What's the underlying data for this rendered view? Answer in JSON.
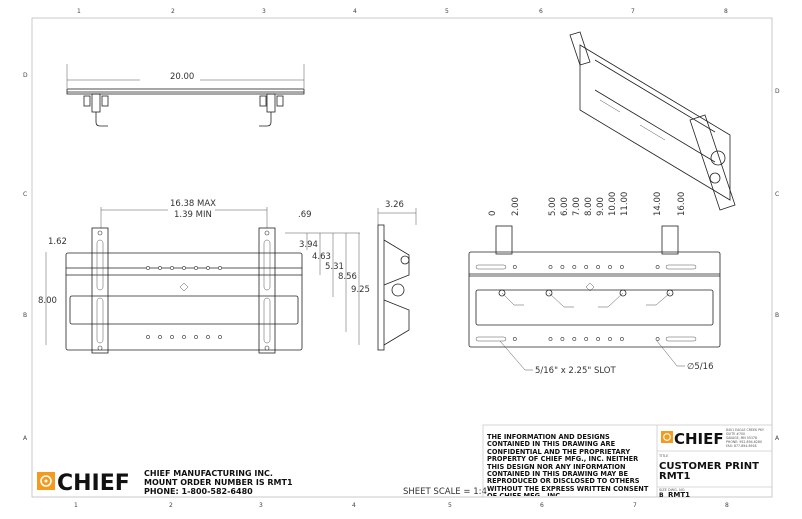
{
  "sheet": {
    "columns": [
      "1",
      "2",
      "3",
      "4",
      "5",
      "6",
      "7",
      "8"
    ],
    "rows": [
      "D",
      "C",
      "B",
      "A"
    ],
    "scale_label": "SHEET SCALE = 1:4"
  },
  "top_view": {
    "width_dim": "20.00"
  },
  "front_view": {
    "width_max": "16.38 MAX",
    "width_min": "1.39 MIN",
    "dims": {
      "d069": ".69",
      "d162": "1.62",
      "d394": "3.94",
      "d463": "4.63",
      "d531": "5.31",
      "d856": "8.56",
      "d925": "9.25",
      "d800": "8.00"
    }
  },
  "side_view": {
    "depth_dim": "3.26"
  },
  "hole_view": {
    "positions": [
      "0",
      "2.00",
      "5.00",
      "6.00",
      "7.00",
      "8.00",
      "9.00",
      "10.00",
      "11.00",
      "14.00",
      "16.00"
    ],
    "slot_callout": "5/16\" x 2.25\" SLOT",
    "hole_callout": "∅5/16"
  },
  "footer": {
    "brand": "CHIEF",
    "brand_color": "#f39a1f",
    "company": "CHIEF MANUFACTURING INC.",
    "order_line": "MOUNT ORDER NUMBER IS RMT1",
    "phone": "PHONE: 1-800-582-6480"
  },
  "title_block": {
    "confidential": "THE INFORMATION AND DESIGNS CONTAINED IN THIS DRAWING ARE CONFIDENTIAL AND THE PROPRIETARY PROPERTY OF CHIEF MFG., INC. NEITHER THIS DESIGN NOR ANY INFORMATION CONTAINED IN THIS DRAWING MAY BE REPRODUCED OR DISCLOSED TO OTHERS WITHOUT THE EXPRESS WRITTEN CONSENT OF CHIEF MFG., INC.",
    "brand": "CHIEF",
    "address": [
      "8401 EAGLE CREEK PKY",
      "SUITE #700",
      "SAVAGE, MN 55378",
      "PHONE: 952-894-6280",
      "FAX: 877-894-6918"
    ],
    "title_label": "TITLE",
    "title_line1": "CUSTOMER PRINT",
    "title_line2": "RMT1",
    "size_label": "SIZE",
    "size": "B",
    "dwg_label": "DWG. NO.",
    "dwg_no": "RMT1"
  }
}
